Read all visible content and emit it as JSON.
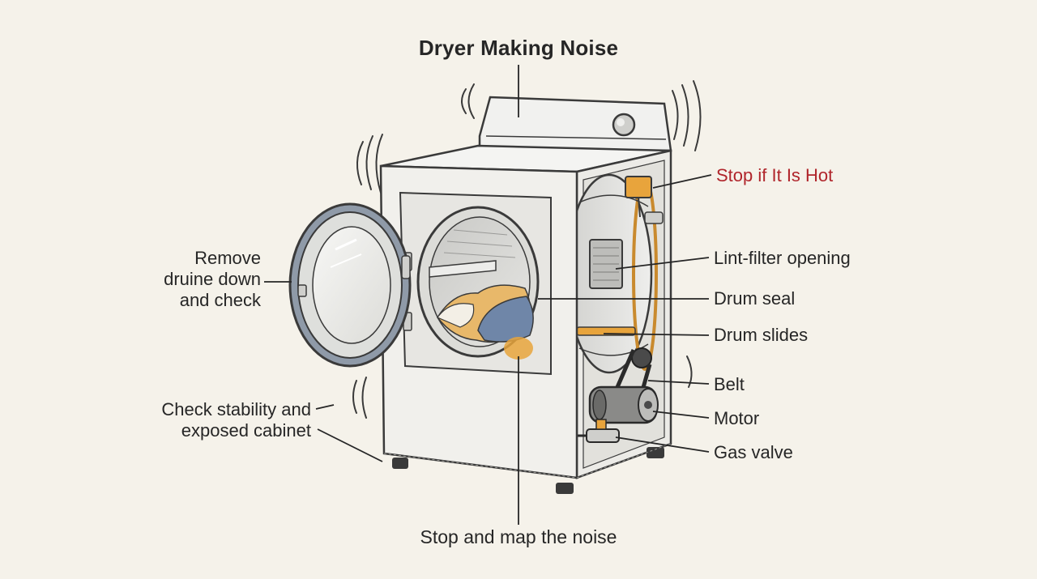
{
  "title": "Dryer Making Noise",
  "labels": {
    "stop_hot": "Stop if It Is Hot",
    "lint_filter": "Lint-filter opening",
    "drum_seal": "Drum seal",
    "drum_slides": "Drum slides",
    "belt": "Belt",
    "motor": "Motor",
    "gas_valve": "Gas valve",
    "remove_door": [
      "Remove",
      "druine down",
      "and check"
    ],
    "check_stability": [
      "Check stability and",
      "exposed cabinet"
    ],
    "stop_map": "Stop and map the noise"
  },
  "colors": {
    "background": "#f5f2ea",
    "outline": "#3a3a3a",
    "warning_text": "#b0252b",
    "accent_orange": "#e8a43c",
    "laundry_blue": "#6f86a8"
  }
}
